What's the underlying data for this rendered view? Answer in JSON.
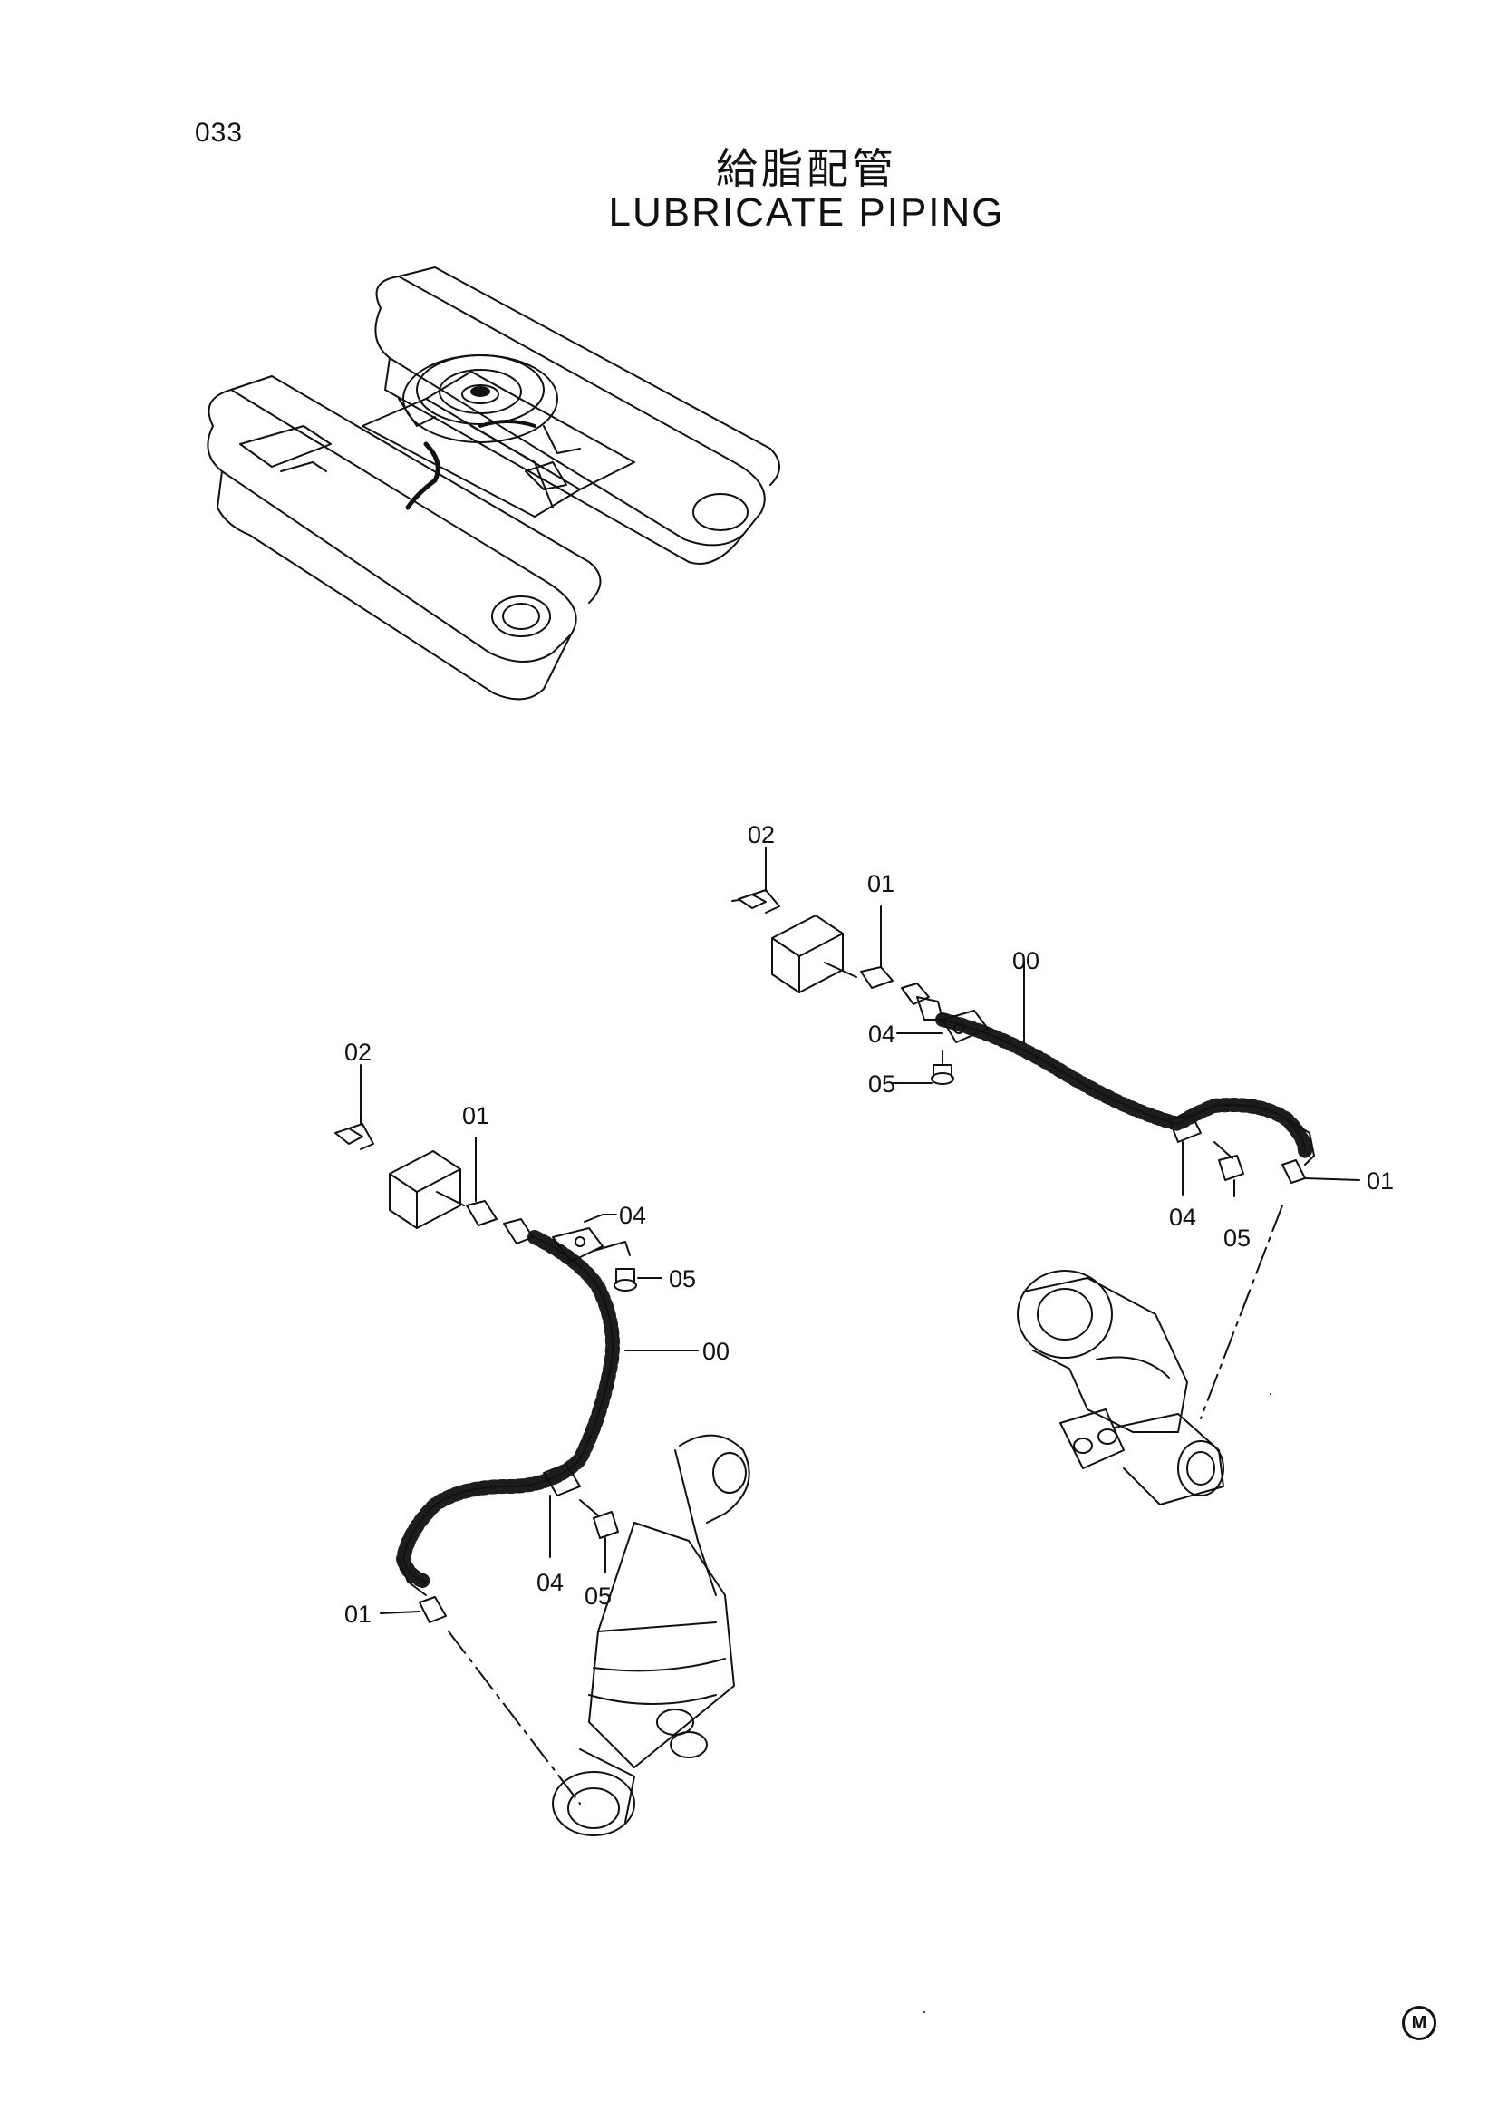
{
  "page": {
    "number": "033"
  },
  "title": {
    "japanese": "給脂配管",
    "english": "LUBRICATE PIPING"
  },
  "callouts": {
    "upper_right": {
      "c02": "02",
      "c01a": "01",
      "c00": "00",
      "c04a": "04",
      "c05a": "05",
      "c04b": "04",
      "c05b": "05",
      "c01b": "01"
    },
    "lower_left": {
      "c02": "02",
      "c01a": "01",
      "c04a": "04",
      "c05a": "05",
      "c00": "00",
      "c04b": "04",
      "c05b": "05",
      "c01b": "01"
    }
  },
  "footer": {
    "mark": "M"
  },
  "icons": [
    "undercarriage-overview-icon",
    "grease-block-icon",
    "grease-fitting-icon",
    "hose-clamp-icon",
    "bolt-icon",
    "hydraulic-cylinder-icon"
  ]
}
